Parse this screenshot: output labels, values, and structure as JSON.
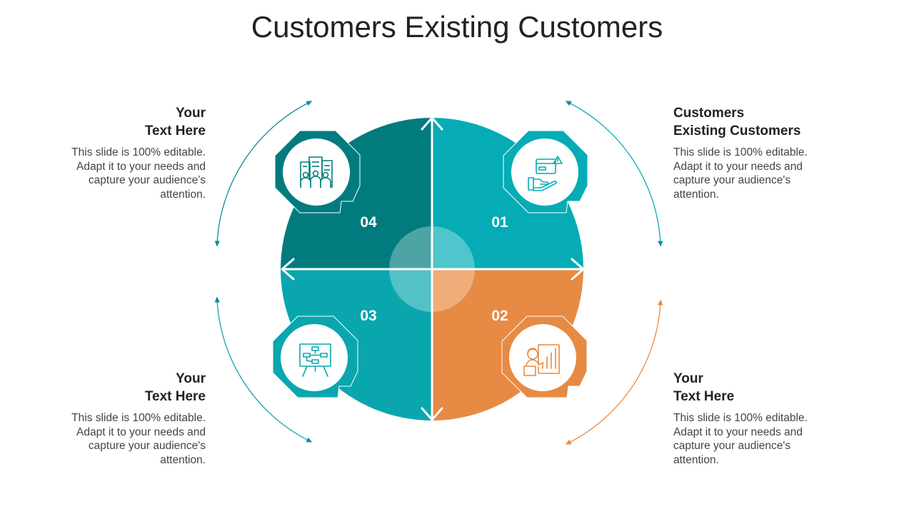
{
  "title": "Customers Existing Customers",
  "colors": {
    "teal_dark": "#027B7E",
    "teal": "#05ACB5",
    "teal_mid": "#0AA6AE",
    "orange": "#E78A43",
    "text": "#222222"
  },
  "quadrants": [
    {
      "number": "01",
      "icon": "credit-card-hand-icon",
      "color": "#05ACB5"
    },
    {
      "number": "02",
      "icon": "presenter-chart-icon",
      "color": "#E78A43"
    },
    {
      "number": "03",
      "icon": "flowchart-board-icon",
      "color": "#0AA6AE"
    },
    {
      "number": "04",
      "icon": "team-buildings-icon",
      "color": "#027B7E"
    }
  ],
  "blocks": {
    "top_left": {
      "heading_line1": "Your",
      "heading_line2": "Text Here",
      "body": "This slide is 100% editable. Adapt it to your needs and capture your audience's attention."
    },
    "top_right": {
      "heading_line1": "Customers",
      "heading_line2": "Existing Customers",
      "body": "This slide is 100% editable. Adapt it to your needs and capture your audience's attention."
    },
    "bottom_left": {
      "heading_line1": "Your",
      "heading_line2": "Text Here",
      "body": "This slide is 100% editable. Adapt it to your needs and capture your audience's attention."
    },
    "bottom_right": {
      "heading_line1": "Your",
      "heading_line2": "Text Here",
      "body": "This slide is 100% editable. Adapt it to your needs and capture your audience's attention."
    }
  }
}
